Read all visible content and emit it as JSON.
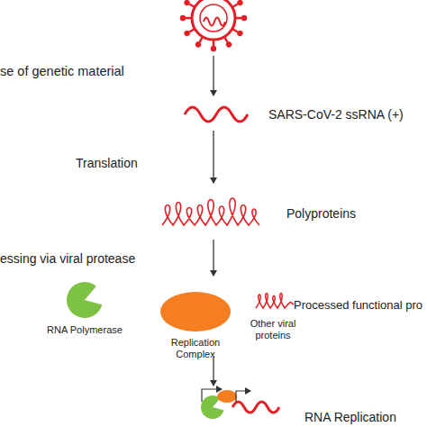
{
  "diagram": {
    "nodes": [
      {
        "text": [
          "RNA Polymerase"
        ]
      },
      {
        "text": [
          "Replication Complex"
        ]
      }
    ],
    "labels": [
      "se of genetic material",
      "SARS-CoV-2 ssRNA (+)",
      "Translation",
      "Polyproteins",
      "essing via viral protease",
      "Processed functional pro",
      "Other viral proteins",
      "RNA Replication"
    ]
  }
}
